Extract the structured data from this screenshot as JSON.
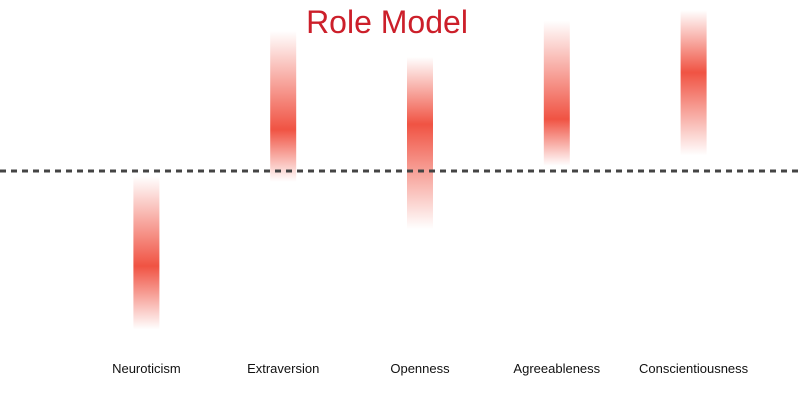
{
  "chart_data": {
    "type": "bar",
    "title": "Role Model",
    "categories": [
      "Neuroticism",
      "Extraversion",
      "Openness",
      "Agreeableness",
      "Conscientiousness"
    ],
    "series": [
      {
        "low": [
          -3.0,
          -0.2,
          -1.1,
          0.1,
          0.3
        ],
        "mid": [
          -1.8,
          0.8,
          0.9,
          1.0,
          1.9
        ],
        "high": [
          -0.1,
          2.7,
          2.2,
          2.9,
          3.1
        ]
      }
    ],
    "ylim": [
      -3.2,
      3.2
    ],
    "reference_line": 0,
    "colors": {
      "bar": "#f05343",
      "reference": "#444444",
      "title": "#cc1f2a",
      "label": "#111111"
    }
  }
}
